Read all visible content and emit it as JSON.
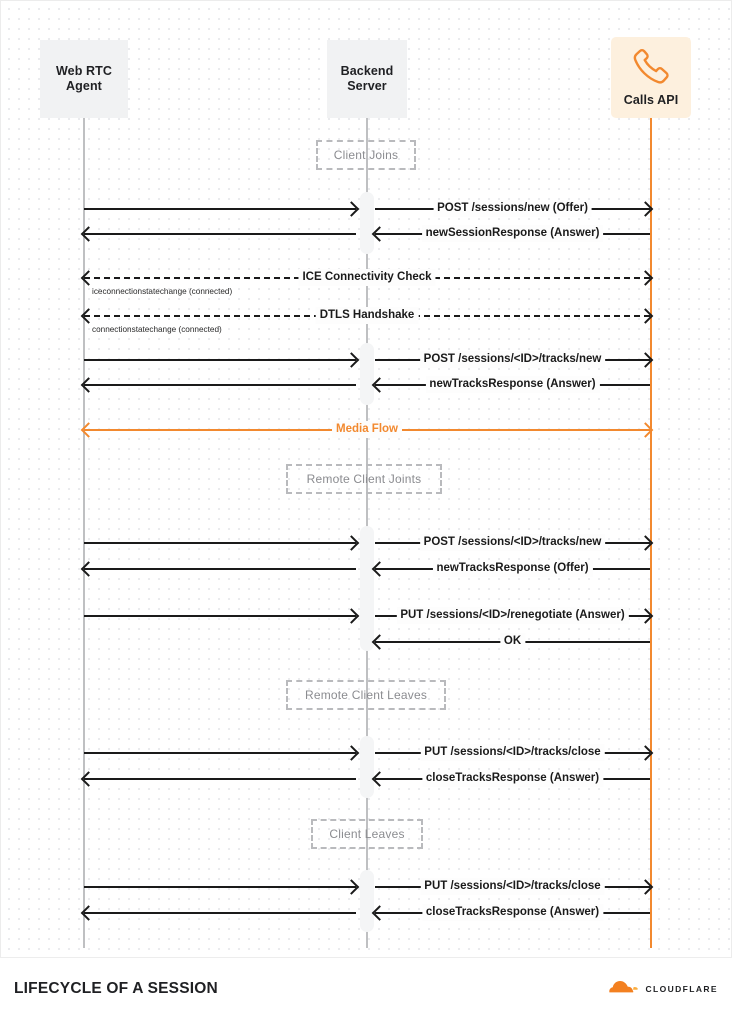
{
  "diagram": {
    "title": "LIFECYCLE OF A SESSION",
    "brand": "CLOUDFLARE",
    "colors": {
      "accent": "#f2892f",
      "lifeline": "#bfc0c2",
      "note_border": "#b9babd",
      "note_text": "#8b8c90",
      "actor_grey_bg": "#f1f2f3",
      "actor_cream_bg": "#fdf0de",
      "message": "#1a1a1a"
    },
    "actors": [
      {
        "id": "webrtc",
        "label": "Web RTC\nAgent",
        "icon": "none"
      },
      {
        "id": "backend",
        "label": "Backend\nServer",
        "icon": "none"
      },
      {
        "id": "calls",
        "label": "Calls API",
        "icon": "phone-icon"
      }
    ],
    "notes": [
      {
        "label": "Client Joins"
      },
      {
        "label": "Remote Client Joints"
      },
      {
        "label": "Remote Client Leaves"
      },
      {
        "label": "Client Leaves"
      }
    ],
    "messages": [
      {
        "id": "m1",
        "label": "",
        "from": "webrtc",
        "to": "backend",
        "style": "solid",
        "direction": "right"
      },
      {
        "id": "m2",
        "label": "POST /sessions/new (Offer)",
        "from": "backend",
        "to": "calls",
        "style": "solid",
        "direction": "right"
      },
      {
        "id": "m3",
        "label": "",
        "from": "backend",
        "to": "webrtc",
        "style": "solid",
        "direction": "left"
      },
      {
        "id": "m4",
        "label": "newSessionResponse (Answer)",
        "from": "calls",
        "to": "backend",
        "style": "solid",
        "direction": "left"
      },
      {
        "id": "m5",
        "label": "ICE Connectivity Check",
        "sublabel": "iceconnectionstatechange (connected)",
        "from": "webrtc",
        "to": "calls",
        "style": "dashed",
        "direction": "both"
      },
      {
        "id": "m6",
        "label": "DTLS Handshake",
        "sublabel": "connectionstatechange (connected)",
        "from": "webrtc",
        "to": "calls",
        "style": "dashed",
        "direction": "both"
      },
      {
        "id": "m7",
        "label": "",
        "from": "webrtc",
        "to": "backend",
        "style": "solid",
        "direction": "right"
      },
      {
        "id": "m8",
        "label": "POST /sessions/<ID>/tracks/new",
        "from": "backend",
        "to": "calls",
        "style": "solid",
        "direction": "right"
      },
      {
        "id": "m9",
        "label": "",
        "from": "backend",
        "to": "webrtc",
        "style": "solid",
        "direction": "left"
      },
      {
        "id": "m10",
        "label": "newTracksResponse (Answer)",
        "from": "calls",
        "to": "backend",
        "style": "solid",
        "direction": "left"
      },
      {
        "id": "m11",
        "label": "Media Flow",
        "from": "webrtc",
        "to": "calls",
        "style": "solid",
        "direction": "both",
        "accent": true
      },
      {
        "id": "m12",
        "label": "",
        "from": "webrtc",
        "to": "backend",
        "style": "solid",
        "direction": "right"
      },
      {
        "id": "m13",
        "label": "POST /sessions/<ID>/tracks/new",
        "from": "backend",
        "to": "calls",
        "style": "solid",
        "direction": "right"
      },
      {
        "id": "m14",
        "label": "",
        "from": "backend",
        "to": "webrtc",
        "style": "solid",
        "direction": "left"
      },
      {
        "id": "m15",
        "label": "newTracksResponse (Offer)",
        "from": "calls",
        "to": "backend",
        "style": "solid",
        "direction": "left"
      },
      {
        "id": "m16",
        "label": "",
        "from": "webrtc",
        "to": "backend",
        "style": "solid",
        "direction": "right"
      },
      {
        "id": "m17",
        "label": "PUT /sessions/<ID>/renegotiate (Answer)",
        "from": "backend",
        "to": "calls",
        "style": "solid",
        "direction": "right"
      },
      {
        "id": "m18",
        "label": "OK",
        "from": "calls",
        "to": "backend",
        "style": "solid",
        "direction": "left"
      },
      {
        "id": "m19",
        "label": "",
        "from": "webrtc",
        "to": "backend",
        "style": "solid",
        "direction": "right"
      },
      {
        "id": "m20",
        "label": "PUT /sessions/<ID>/tracks/close",
        "from": "backend",
        "to": "calls",
        "style": "solid",
        "direction": "right"
      },
      {
        "id": "m21",
        "label": "",
        "from": "backend",
        "to": "webrtc",
        "style": "solid",
        "direction": "left"
      },
      {
        "id": "m22",
        "label": "closeTracksResponse (Answer)",
        "from": "calls",
        "to": "backend",
        "style": "solid",
        "direction": "left"
      },
      {
        "id": "m23",
        "label": "",
        "from": "webrtc",
        "to": "backend",
        "style": "solid",
        "direction": "right"
      },
      {
        "id": "m24",
        "label": "PUT /sessions/<ID>/tracks/close",
        "from": "backend",
        "to": "calls",
        "style": "solid",
        "direction": "right"
      },
      {
        "id": "m25",
        "label": "",
        "from": "backend",
        "to": "webrtc",
        "style": "solid",
        "direction": "left"
      },
      {
        "id": "m26",
        "label": "closeTracksResponse (Answer)",
        "from": "calls",
        "to": "backend",
        "style": "solid",
        "direction": "left"
      }
    ]
  }
}
